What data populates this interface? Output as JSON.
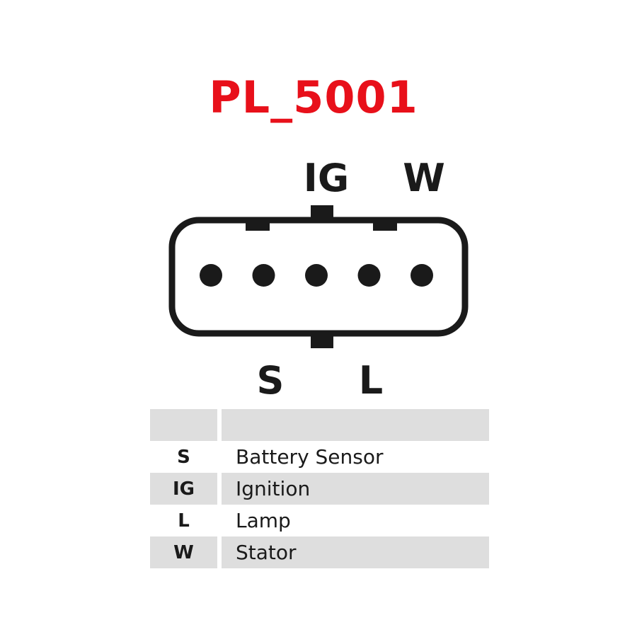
{
  "title": "PL_5001",
  "colors": {
    "title": "#e8101a",
    "ink": "#1a1a1a",
    "shade": "#dedede"
  },
  "pins_top": [
    "IG",
    "W"
  ],
  "pins_bottom": [
    "S",
    "L"
  ],
  "contact_count": 5,
  "legend": {
    "header": [
      "",
      ""
    ],
    "rows": [
      {
        "code": "S",
        "description": "Battery Sensor"
      },
      {
        "code": "IG",
        "description": "Ignition"
      },
      {
        "code": "L",
        "description": "Lamp"
      },
      {
        "code": "W",
        "description": "Stator"
      }
    ]
  }
}
